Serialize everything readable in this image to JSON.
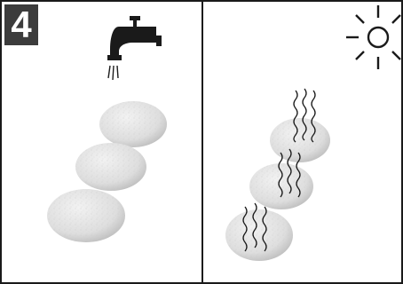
{
  "step": {
    "number": "4"
  },
  "panels": [
    {
      "name": "rinse",
      "icon": "water-tap-icon",
      "filters": 3
    },
    {
      "name": "dry",
      "icon": "sun-icon",
      "filters": 3
    }
  ],
  "colors": {
    "badge_bg": "#3c3c3c",
    "border": "#1a1a1a",
    "filter_fill": "#e3e3e3"
  }
}
